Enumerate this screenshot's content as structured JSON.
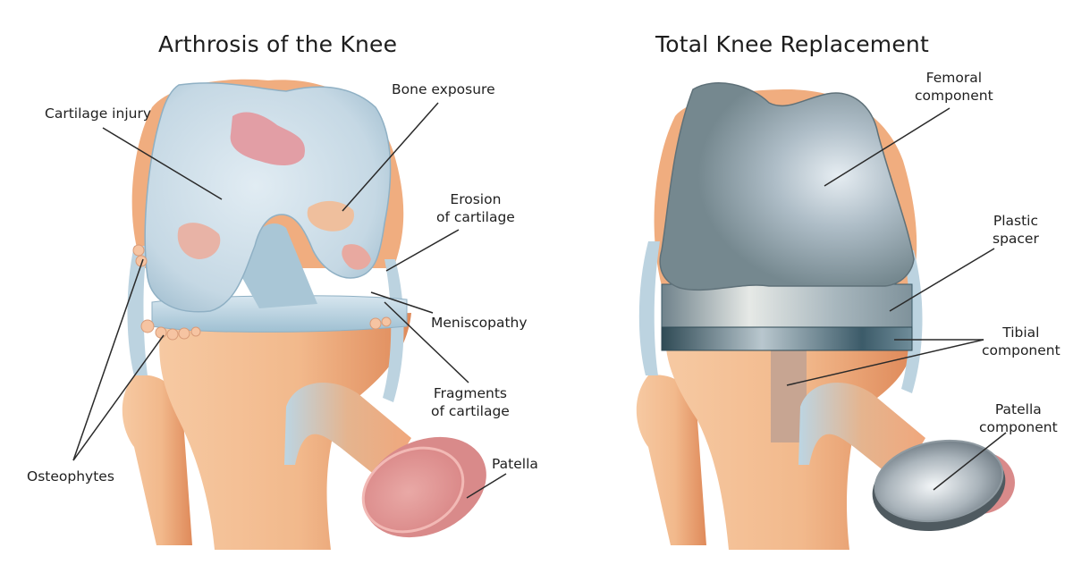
{
  "colors": {
    "background": "#ffffff",
    "bone": "#f2b98c",
    "bone_dark": "#e08d5c",
    "cartilage": "#c9dbe6",
    "cartilage_dark": "#8fb0c4",
    "lesion": "#e8a3a6",
    "patella": "#e39a9a",
    "metal": "#8a9ba6",
    "metal_light": "#d9e2e8",
    "tibial_dark": "#3f5d6a",
    "leader_line": "#2a2a2a",
    "text": "#1f1f1f"
  },
  "panels": [
    {
      "id": "left",
      "title": "Arthrosis of the Knee",
      "labels": [
        {
          "id": "cartilage-injury",
          "lines": [
            "Cartilage injury"
          ]
        },
        {
          "id": "bone-exposure",
          "lines": [
            "Bone exposure"
          ]
        },
        {
          "id": "erosion-of-cartilage",
          "lines": [
            "Erosion",
            "of cartilage"
          ]
        },
        {
          "id": "meniscopathy",
          "lines": [
            "Meniscopathy"
          ]
        },
        {
          "id": "fragments-of-cartilage",
          "lines": [
            "Fragments",
            "of cartilage"
          ]
        },
        {
          "id": "patella",
          "lines": [
            "Patella"
          ]
        },
        {
          "id": "osteophytes",
          "lines": [
            "Osteophytes"
          ]
        }
      ]
    },
    {
      "id": "right",
      "title": "Total Knee Replacement",
      "labels": [
        {
          "id": "femoral-component",
          "lines": [
            "Femoral",
            "component"
          ]
        },
        {
          "id": "plastic-spacer",
          "lines": [
            "Plastic",
            "spacer"
          ]
        },
        {
          "id": "tibial-component",
          "lines": [
            "Tibial",
            "component"
          ]
        },
        {
          "id": "patella-component",
          "lines": [
            "Patella",
            "component"
          ]
        }
      ]
    }
  ]
}
